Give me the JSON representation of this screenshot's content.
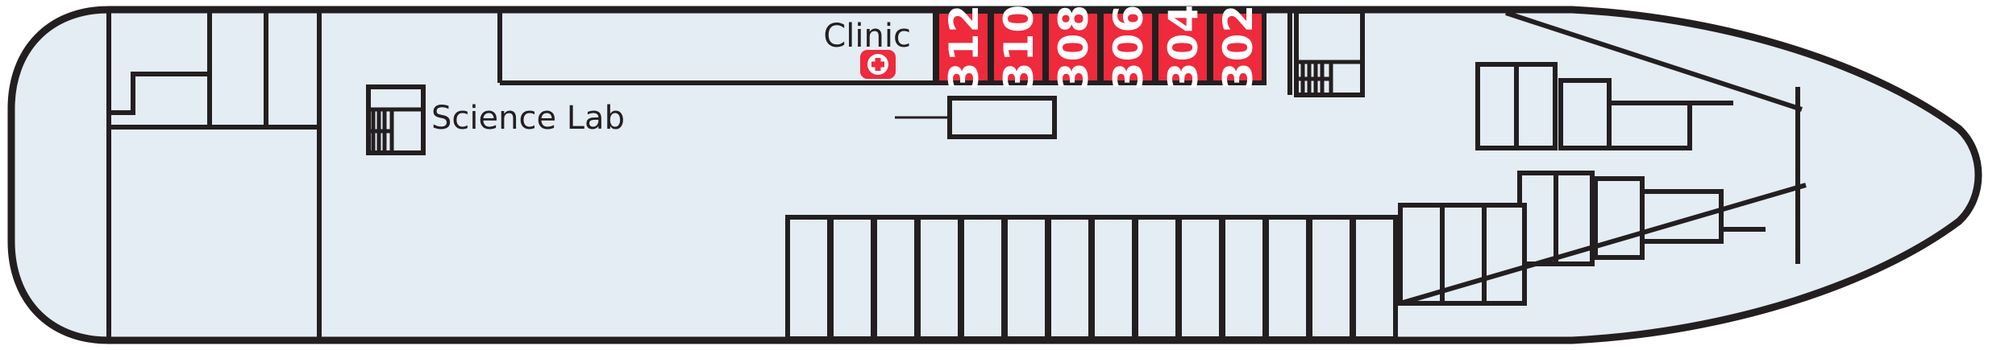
{
  "plan": {
    "title": "Deck Plan",
    "colors": {
      "hull_fill": "#e4ecf4",
      "outline": "#231f20",
      "cabin_red": "#ee2a3c",
      "cabin_text": "#ffffff",
      "label_text": "#231f20",
      "page_background": "#ffffff"
    }
  },
  "labels": {
    "clinic": "Clinic",
    "science_lab": "Science Lab"
  },
  "icons": {
    "clinic_cross": "medical-cross-icon"
  },
  "cabins": [
    {
      "number": "312"
    },
    {
      "number": "310"
    },
    {
      "number": "308"
    },
    {
      "number": "306"
    },
    {
      "number": "304"
    },
    {
      "number": "302"
    }
  ]
}
